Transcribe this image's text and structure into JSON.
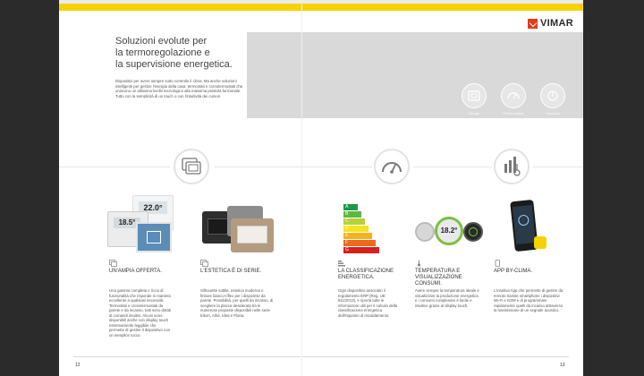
{
  "brand": {
    "name": "VIMAR",
    "color": "#e53a1c"
  },
  "colors": {
    "accent": "#f6d200",
    "band": "#d9d9da"
  },
  "intro": {
    "headline": [
      "Soluzioni evolute per",
      "la termoregolazione e",
      "la supervisione energetica."
    ],
    "text": "Dispositivi per avere sempre sotto controllo il clima. Ma anche soluzioni intelligenti per gestire l'energia della casa: termostati e cronotermostati che uniscono un altissimo livello tecnologico alla massima praticità funzionale. Tutto con la semplicità di un touch o con l'intuitività dei cursori."
  },
  "top_icons": [
    {
      "label": "Design",
      "icon": "design-icon"
    },
    {
      "label": "Performance",
      "icon": "performance-icon"
    },
    {
      "label": "Funzioni",
      "icon": "functions-icon"
    }
  ],
  "columns": [
    {
      "title": "UN'AMPIA OFFERTA.",
      "text": "Una gamma completa e ricca di funzionalità che risponde in maniera eccellente a qualsiasi necessità. Termostati e cronotermostati da parete e da incasso, tutti sono dotati di comandi intuitivi. Alcuni sono disponibili anche con display touch estremamente leggibile che permette di gestire il dispositivo con un semplice tocco.",
      "icon": "thermostats-icon"
    },
    {
      "title": "L'ESTETICA È DI SERIE.",
      "text": "Silhouette sottile, estetica moderna e finiture bianco-riflex per i dispositivi da parete. Possibilità, per quelli da incasso, di scegliere la placca desiderata tra le numerose proposte disponibili nelle serie Eikon, Arké, Idea e Plana.",
      "icon": "plates-icon"
    },
    {
      "title": "LA CLASSIFICAZIONE ENERGETICA.",
      "text": "Ogni dispositivo associato il regolamento ERP (Reg. UE 811/2013), e riporta tutte le informazioni utili per il calcolo della classificazione energetica dell'impianto di riscaldamento.",
      "icon": "energy-class-icon"
    },
    {
      "title": "TEMPERATURA E VISUALIZZAZIONE CONSUMI.",
      "text": "Avere sempre la temperatura ideale e visualizzare la produzione energetica e i consumi complessivi è facile e intuitivo grazie al display touch.",
      "icon": "temperature-icon"
    },
    {
      "title": "APP BY-CLIMA.",
      "text": "L'intuitiva App che permette di gestire da remoto tramite smartphone i dispositivi Wi-Fi e GSM e di programmare rapidamente quelli da incasso attraverso la trasmissione di un segnale acustico.",
      "icon": "app-icon"
    }
  ],
  "products": {
    "lcd_left": "22.0°",
    "lcd_right": "18.5°",
    "dial_value": "18.2°",
    "energy_classes": [
      "A",
      "B",
      "C",
      "D",
      "E",
      "F",
      "G"
    ]
  },
  "pages": {
    "left": "12",
    "right": "13"
  }
}
